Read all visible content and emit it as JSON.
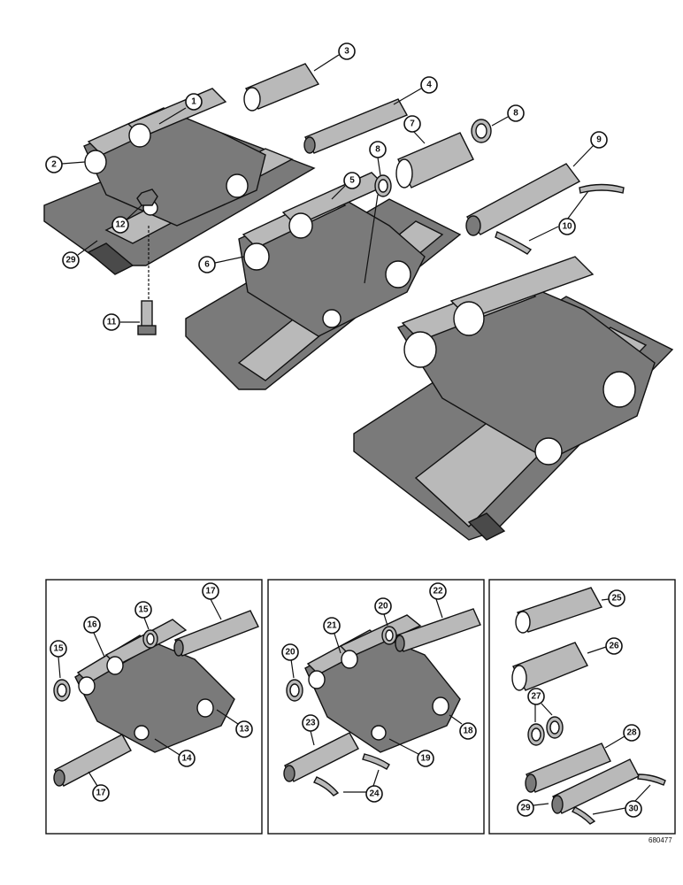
{
  "figure_number": "680477",
  "callouts": {
    "c1": "1",
    "c2": "2",
    "c3": "3",
    "c4": "4",
    "c5": "5",
    "c6": "6",
    "c7": "7",
    "c8a": "8",
    "c8b": "8",
    "c9": "9",
    "c10a": "10",
    "c10b": "10",
    "c11": "11",
    "c12": "12",
    "c13": "13",
    "c14": "14",
    "c15a": "15",
    "c15b": "15",
    "c16": "16",
    "c17a": "17",
    "c17b": "17",
    "c18": "18",
    "c19": "19",
    "c20a": "20",
    "c20b": "20",
    "c21": "21",
    "c22": "22",
    "c23": "23",
    "c24": "24",
    "c25": "25",
    "c26": "26",
    "c27": "27",
    "c28": "28",
    "c29a": "29",
    "c29b": "29",
    "c30": "30"
  }
}
